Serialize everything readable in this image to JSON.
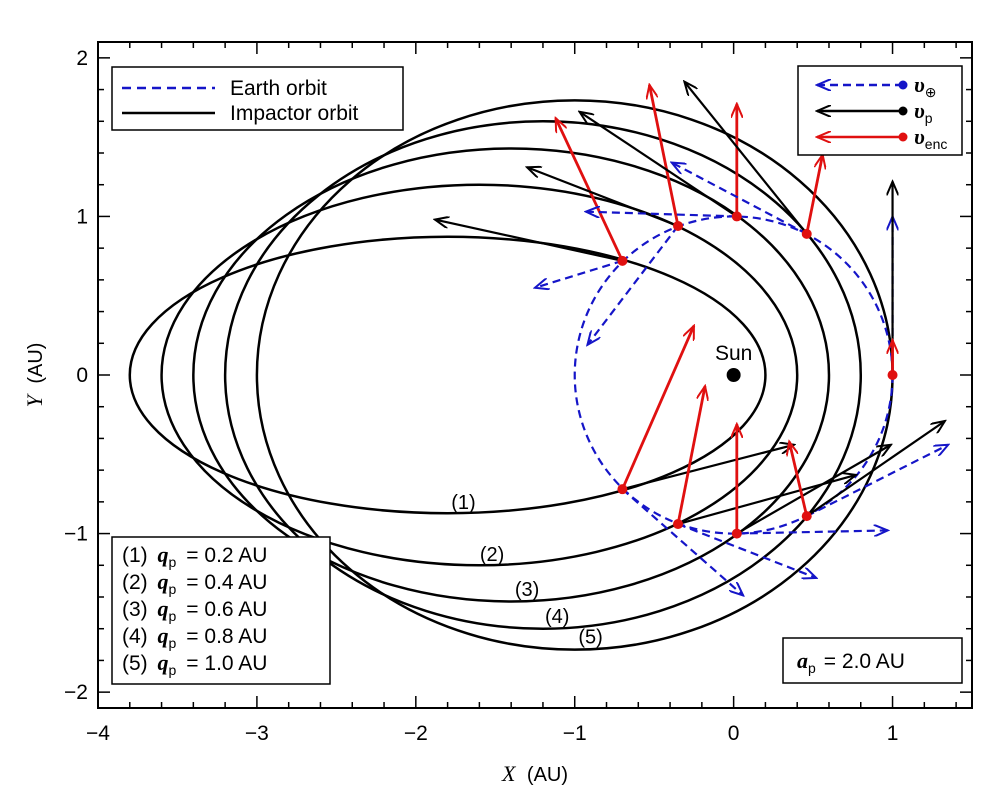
{
  "chart_data": {
    "type": "line",
    "title": "",
    "xlabel": "X",
    "xlabel_unit": "(AU)",
    "ylabel": "Y",
    "ylabel_unit": "(AU)",
    "xlim": [
      -4,
      1.5
    ],
    "ylim": [
      -2.1,
      2.1
    ],
    "x_ticks": [
      -4,
      -3,
      -2,
      -1,
      0,
      1
    ],
    "y_ticks": [
      -2,
      -1,
      0,
      1,
      2
    ],
    "x_tick_labels": [
      "−4",
      "−3",
      "−2",
      "−1",
      "0",
      "1"
    ],
    "y_tick_labels": [
      "−2",
      "−1",
      "0",
      "1",
      "2"
    ],
    "grid": false,
    "sun": {
      "label": "Sun",
      "x": 0,
      "y": 0
    },
    "earth_orbit": {
      "name": "Earth orbit",
      "radius": 1.0,
      "color": "#1515c8",
      "style": "dashed"
    },
    "impactor_orbits": {
      "name": "Impactor orbit",
      "color": "#000000",
      "semi_major_axis": 2.0,
      "series": [
        {
          "label": "(1)",
          "q": 0.2,
          "label_pos": [
            -1.7,
            -0.8
          ]
        },
        {
          "label": "(2)",
          "q": 0.4,
          "label_pos": [
            -1.52,
            -1.13
          ]
        },
        {
          "label": "(3)",
          "q": 0.6,
          "label_pos": [
            -1.3,
            -1.35
          ]
        },
        {
          "label": "(4)",
          "q": 0.8,
          "label_pos": [
            -1.11,
            -1.52
          ]
        },
        {
          "label": "(5)",
          "q": 1.0,
          "label_pos": [
            -0.9,
            -1.65
          ]
        }
      ]
    },
    "encounters": [
      {
        "x": -0.7,
        "y": 0.72,
        "v_earth": [
          -0.55,
          -0.17
        ],
        "v_p": [
          -1.18,
          0.26
        ],
        "v_enc": [
          -0.42,
          0.9
        ]
      },
      {
        "x": -0.35,
        "y": 0.94,
        "v_earth": [
          -0.57,
          -0.75
        ],
        "v_p": [
          -0.95,
          0.37
        ],
        "v_enc": [
          -0.18,
          0.89
        ]
      },
      {
        "x": 0.02,
        "y": 1.0,
        "v_earth": [
          -0.95,
          0.03
        ],
        "v_p": [
          -0.99,
          0.66
        ],
        "v_enc": [
          0.0,
          0.71
        ]
      },
      {
        "x": 0.46,
        "y": 0.89,
        "v_earth": [
          -0.85,
          0.45
        ],
        "v_p": [
          -0.77,
          0.96
        ],
        "v_enc": [
          0.1,
          0.5
        ]
      },
      {
        "x": 1.0,
        "y": 0.0,
        "v_earth": [
          0.0,
          1.0
        ],
        "v_p": [
          0.0,
          1.22
        ],
        "v_enc": [
          0.0,
          0.22
        ]
      },
      {
        "x": -0.7,
        "y": -0.72,
        "v_earth": [
          0.76,
          -0.67
        ],
        "v_p": [
          1.08,
          0.28
        ],
        "v_enc": [
          0.45,
          1.03
        ]
      },
      {
        "x": -0.35,
        "y": -0.94,
        "v_earth": [
          0.87,
          -0.34
        ],
        "v_p": [
          1.12,
          0.31
        ],
        "v_enc": [
          0.17,
          0.87
        ]
      },
      {
        "x": 0.02,
        "y": -1.0,
        "v_earth": [
          0.95,
          0.02
        ],
        "v_p": [
          0.97,
          0.56
        ],
        "v_enc": [
          0.0,
          0.69
        ]
      },
      {
        "x": 0.46,
        "y": -0.89,
        "v_earth": [
          0.89,
          0.45
        ],
        "v_p": [
          0.87,
          0.6
        ],
        "v_enc": [
          -0.11,
          0.47
        ]
      }
    ],
    "legend_orbits": [
      {
        "label": "Earth orbit",
        "style": "dashed",
        "color": "#1515c8"
      },
      {
        "label": "Impactor orbit",
        "style": "solid",
        "color": "#000000"
      }
    ],
    "legend_vectors": [
      {
        "symbol": "υ",
        "sub": "⊕",
        "color": "#1515c8",
        "style": "dashed"
      },
      {
        "symbol": "υ",
        "sub": "p",
        "color": "#000000",
        "style": "solid"
      },
      {
        "symbol": "υ",
        "sub": "enc",
        "color": "#e01010",
        "style": "solid"
      }
    ],
    "legend_q": [
      {
        "prefix": "(1)",
        "value": "= 0.2 AU"
      },
      {
        "prefix": "(2)",
        "value": "= 0.4 AU"
      },
      {
        "prefix": "(3)",
        "value": "= 0.6 AU"
      },
      {
        "prefix": "(4)",
        "value": "= 0.8 AU"
      },
      {
        "prefix": "(5)",
        "value": "= 1.0 AU"
      }
    ],
    "q_symbol": "q",
    "q_sub": "p",
    "a_label": {
      "symbol": "a",
      "sub": "p",
      "value": "= 2.0 AU"
    },
    "colors": {
      "earth": "#1515c8",
      "impactor": "#000000",
      "encounter": "#e01010"
    }
  }
}
